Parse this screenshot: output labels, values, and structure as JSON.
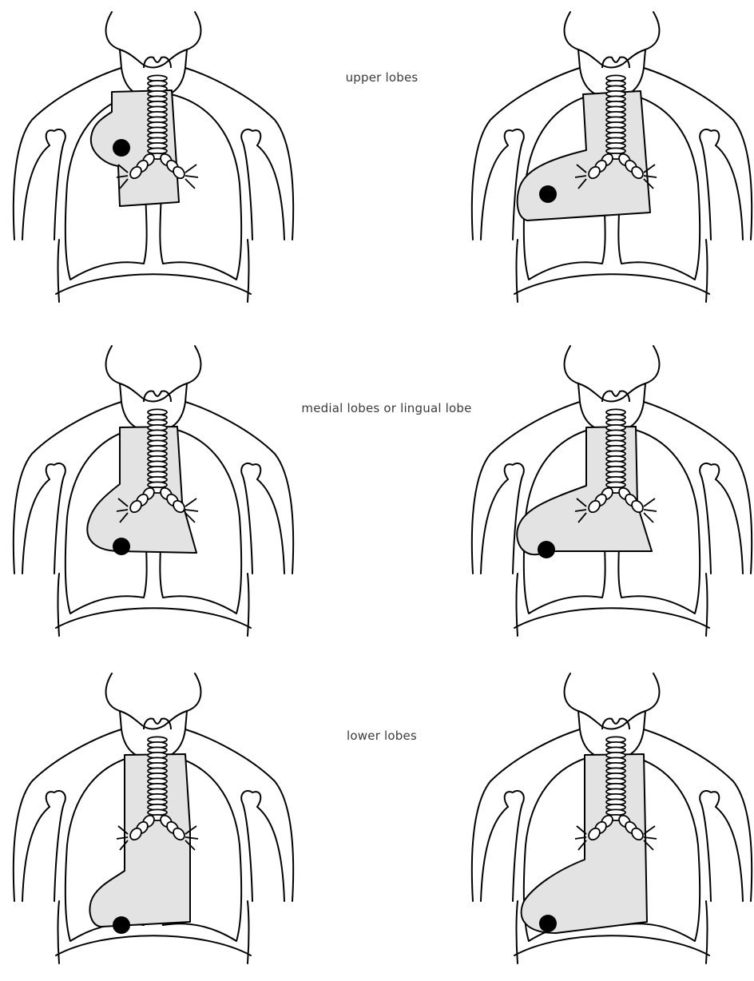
{
  "labels": {
    "upper": "upper lobes",
    "medial": "medial lobes or lingual lobe",
    "lower": "lower lobes"
  },
  "colors": {
    "line": "#000000",
    "field_fill": "#e3e3e3",
    "tumor": "#000000",
    "background": "#ffffff"
  },
  "panels": [
    {
      "row": "upper",
      "side": "left",
      "shape": "upper-left-field"
    },
    {
      "row": "upper",
      "side": "right",
      "shape": "upper-right-field"
    },
    {
      "row": "medial",
      "side": "left",
      "shape": "medial-left-field"
    },
    {
      "row": "medial",
      "side": "right",
      "shape": "medial-right-field"
    },
    {
      "row": "lower",
      "side": "left",
      "shape": "lower-left-field"
    },
    {
      "row": "lower",
      "side": "right",
      "shape": "lower-right-field"
    }
  ]
}
